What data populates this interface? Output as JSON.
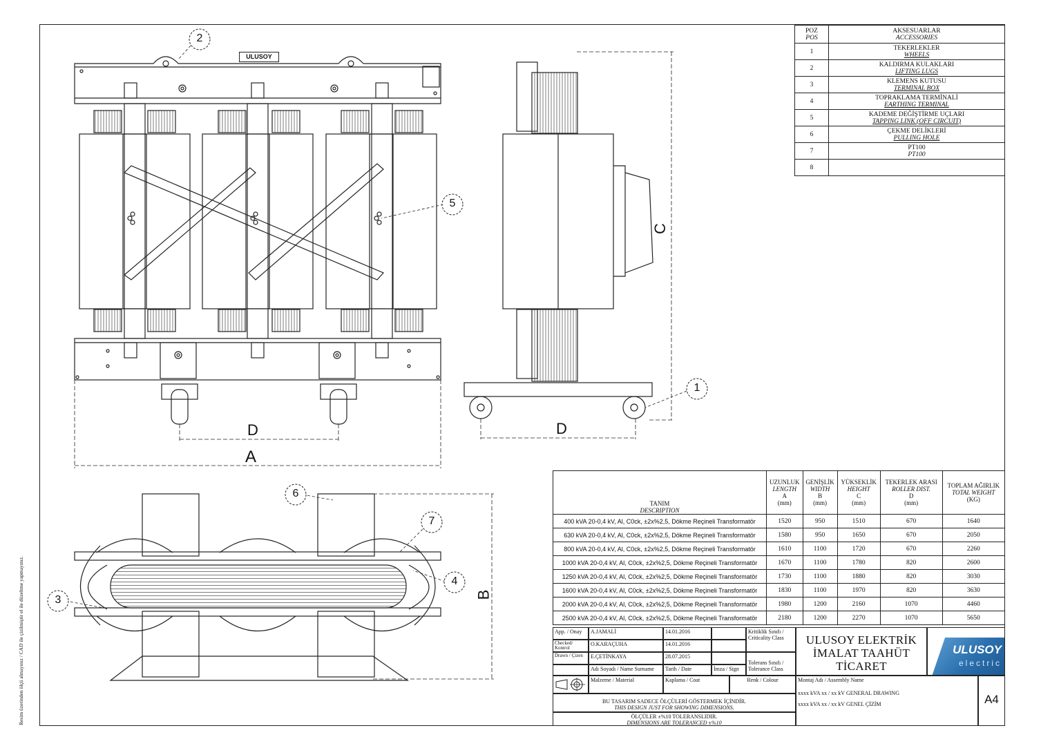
{
  "side_note": "Resim üzerinden ölçü almayınız / CAD ile çizilmiştir el ile düzeltme yapmayınız.",
  "drawing": {
    "brand_plate": "ULUSOY",
    "balloons": [
      "1",
      "2",
      "3",
      "4",
      "5",
      "6",
      "7"
    ],
    "dim_labels": {
      "A": "A",
      "B": "B",
      "C": "C",
      "D": "D"
    }
  },
  "accessories": {
    "header": {
      "poz": "POZ",
      "pos": "POS",
      "tr": "AKSESUARLAR",
      "en": "ACCESSORIES"
    },
    "rows": [
      {
        "n": "1",
        "tr": "TEKERLEKLER",
        "en": "WHEELS"
      },
      {
        "n": "2",
        "tr": "KALDIRMA KULAKLARI",
        "en": "LIFTING LUGS"
      },
      {
        "n": "3",
        "tr": "KLEMENS KUTUSU",
        "en": "TERMINAL BOX"
      },
      {
        "n": "4",
        "tr": "TOPRAKLAMA TERMİNALİ",
        "en": "EARTHING TERMINAL"
      },
      {
        "n": "5",
        "tr": "KADEME DEĞİŞTİRME UÇLARI",
        "en": "TAPPING LINK (OFF CIRCUIT)"
      },
      {
        "n": "6",
        "tr": "ÇEKME DELİKLERİ",
        "en": "PULLING HOLE"
      },
      {
        "n": "7",
        "tr": "PT100",
        "en": "PT100"
      },
      {
        "n": "8",
        "tr": "",
        "en": ""
      }
    ]
  },
  "dimensions": {
    "header": {
      "desc_tr": "TANIM",
      "desc_en": "DESCRIPTION",
      "cols": [
        {
          "tr": "UZUNLUK",
          "en": "LENGTH",
          "sym": "A",
          "unit": "(mm)"
        },
        {
          "tr": "GENİŞLİK",
          "en": "WIDTH",
          "sym": "B",
          "unit": "(mm)"
        },
        {
          "tr": "YÜKSEKLİK",
          "en": "HEIGHT",
          "sym": "C",
          "unit": "(mm)"
        },
        {
          "tr": "TEKERLEK ARASI",
          "en": "ROLLER DIST.",
          "sym": "D",
          "unit": "(mm)"
        },
        {
          "tr": "TOPLAM AĞIRLIK",
          "en": "TOTAL WEIGHT",
          "sym": "",
          "unit": "(KG)"
        }
      ]
    },
    "rows": [
      {
        "desc": "400 kVA 20-0,4 kV, Al, C0ck, ±2x%2,5, Dökme Reçineli Transformatör",
        "a": "1520",
        "b": "950",
        "c": "1510",
        "d": "670",
        "w": "1640"
      },
      {
        "desc": "630 kVA 20-0,4 kV, Al, C0ck, ±2x%2,5, Dökme Reçineli Transformatör",
        "a": "1580",
        "b": "950",
        "c": "1650",
        "d": "670",
        "w": "2050"
      },
      {
        "desc": "800 kVA 20-0,4 kV, Al, C0ck, ±2x%2,5, Dökme Reçineli Transformatör",
        "a": "1610",
        "b": "1100",
        "c": "1720",
        "d": "670",
        "w": "2260"
      },
      {
        "desc": "1000 kVA 20-0,4 kV, Al, C0ck, ±2x%2,5, Dökme Reçineli Transformatör",
        "a": "1670",
        "b": "1100",
        "c": "1780",
        "d": "820",
        "w": "2600"
      },
      {
        "desc": "1250 kVA 20-0,4 kV, Al, C0ck, ±2x%2,5, Dökme Reçineli Transformatör",
        "a": "1730",
        "b": "1100",
        "c": "1880",
        "d": "820",
        "w": "3030"
      },
      {
        "desc": "1600 kVA 20-0,4 kV, Al, C0ck, ±2x%2,5, Dökme Reçineli Transformatör",
        "a": "1830",
        "b": "1100",
        "c": "1970",
        "d": "820",
        "w": "3630"
      },
      {
        "desc": "2000 kVA 20-0,4 kV, Al, C0ck, ±2x%2,5, Dökme Reçineli Transformatör",
        "a": "1980",
        "b": "1200",
        "c": "2160",
        "d": "1070",
        "w": "4460"
      },
      {
        "desc": "2500 kVA 20-0,4 kV, Al, C0ck, ±2x%2,5, Dökme Reçineli Transformatör",
        "a": "2180",
        "b": "1200",
        "c": "2270",
        "d": "1070",
        "w": "5650"
      }
    ]
  },
  "title_block": {
    "app_label": "App. / Onay",
    "app_name": "A.JAMALİ",
    "app_date": "14.01.2016",
    "checked_label": "Checked/ Kontrol",
    "checked_name": "O.KARAÇUHA",
    "checked_date": "14.01.2016",
    "drawn_label": "Drawn / Çizen",
    "drawn_name": "E.ÇETİNKAYA",
    "drawn_date": "28.07.2015",
    "name_hdr": "Adı Soyadı / Name Surname",
    "date_hdr": "Tarih / Date",
    "sign_hdr": "İmza / Sign",
    "crit_class": "Kritiklik Sınıfı / Criticality Class",
    "tol_class": "Tolerans Sınıfı / Tolerance Class",
    "company_l1": "ULUSOY ELEKTRİK",
    "company_l2": "İMALAT TAAHÜT",
    "company_l3": "TİCARET",
    "logo_main": "ULUSOY",
    "logo_sub": "electric",
    "logo_color": "#2a6fad",
    "material": "Malzeme / Material",
    "coat": "Kaplama / Coat",
    "colour": "Renk / Colour",
    "assembly_label": "Montaj Adı / Assembly Name",
    "assembly_en": "xxxx kVA xx / xx kV GENERAL DRAWING",
    "assembly_tr": "xxxx kVA xx / xx kV GENEL ÇİZİM",
    "size": "A4",
    "note1_tr": "BU TASARIM SADECE ÖLÇÜLERİ GÖSTERMEK İÇİNDİR.",
    "note1_en": "THIS DESIGN JUST FOR SHOWING DIMENSIONS.",
    "note2_tr": "ÖLÇÜLER ±%10 TOLERANSLIDIR.",
    "note2_en": "DIMENSIONS ARE TOLERANCED ±%10"
  }
}
